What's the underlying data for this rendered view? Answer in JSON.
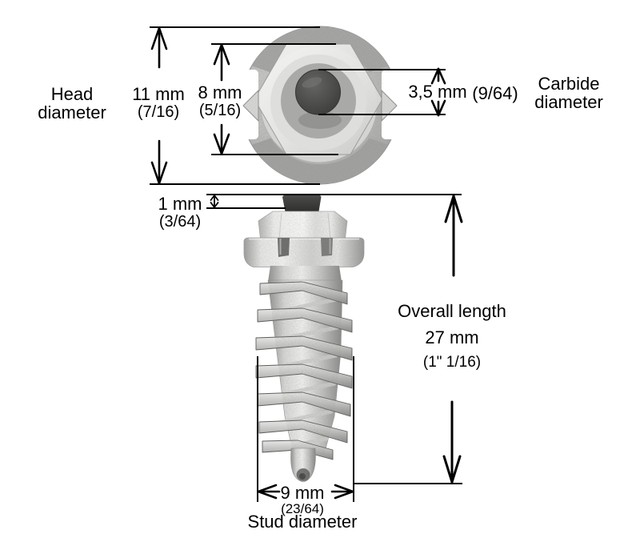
{
  "figure": {
    "background": "#ffffff",
    "line_color": "#000000",
    "metal_light": "#f0f0ee",
    "metal_mid": "#b5b5b3",
    "carbide_dark": "#3c3c3a",
    "labels": {
      "head_diameter_line1": "Head",
      "head_diameter_line2": "diameter",
      "carbide_diameter_line1": "Carbide",
      "carbide_diameter_line2": "diameter",
      "overall_length": "Overall length",
      "stud_diameter": "Stud diameter"
    },
    "dimensions": {
      "head_mm": "11 mm",
      "head_in": "(7/16)",
      "hex_mm": "8 mm",
      "hex_in": "(5/16)",
      "carbide_mm": "3,5 mm",
      "carbide_in": "(9/64)",
      "protrusion_mm": "1 mm",
      "protrusion_in": "(3/64)",
      "overall_mm": "27 mm",
      "overall_in": "(1\" 1/16)",
      "stud_mm": "9 mm",
      "stud_in": "(23/64)"
    }
  }
}
